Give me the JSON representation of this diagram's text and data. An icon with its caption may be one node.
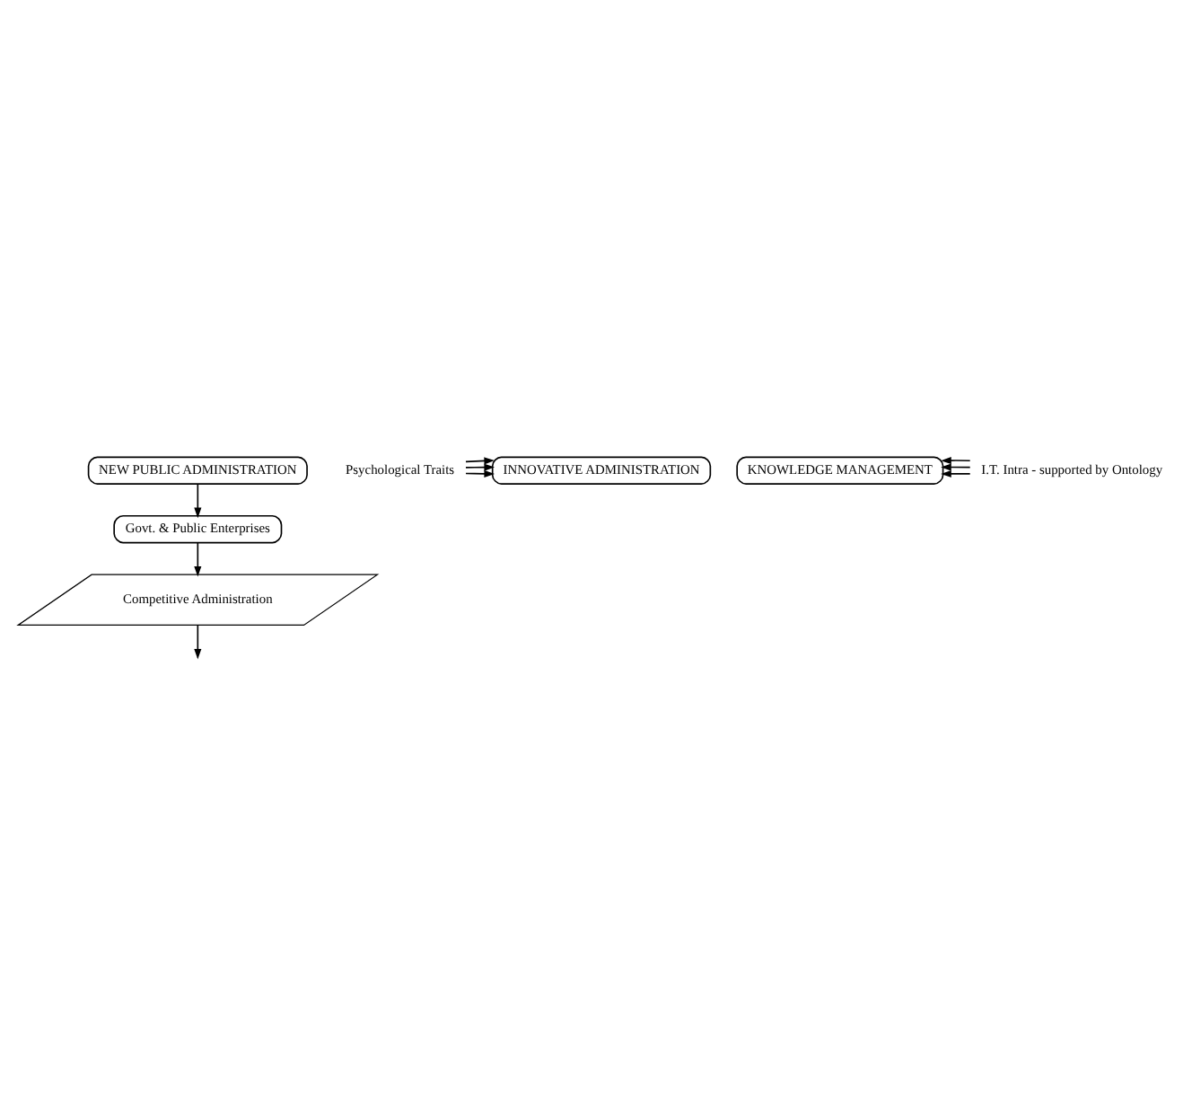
{
  "diagram": {
    "nodes": [
      {
        "text": [
          "NEW PUBLIC ADMINISTRATION"
        ]
      },
      {
        "text": [
          "Govt. & Public Enterprises"
        ]
      },
      {
        "text": [
          "Competitive Administration"
        ]
      },
      {
        "text": [
          "INNOVATIVE ADMINISTRATION"
        ]
      },
      {
        "text": [
          "KNOWLEDGE MANAGEMENT"
        ]
      },
      {
        "text": [
          "Psychological Traits"
        ]
      },
      {
        "text": [
          "I.T. Intra - supported by Ontology"
        ]
      }
    ],
    "edges": [
      {
        "from": 0,
        "to": 1,
        "arrow": "to"
      },
      {
        "from": 1,
        "to": 2,
        "arrow": "to"
      },
      {
        "from": 2,
        "to": null,
        "arrow": "to"
      },
      {
        "from": 5,
        "to": 3,
        "arrow": "to"
      },
      {
        "from": 5,
        "to": 3,
        "arrow": "to"
      },
      {
        "from": 5,
        "to": 3,
        "arrow": "to"
      },
      {
        "from": 6,
        "to": 4,
        "arrow": "to"
      },
      {
        "from": 6,
        "to": 4,
        "arrow": "to"
      },
      {
        "from": 6,
        "to": 4,
        "arrow": "to"
      }
    ]
  }
}
